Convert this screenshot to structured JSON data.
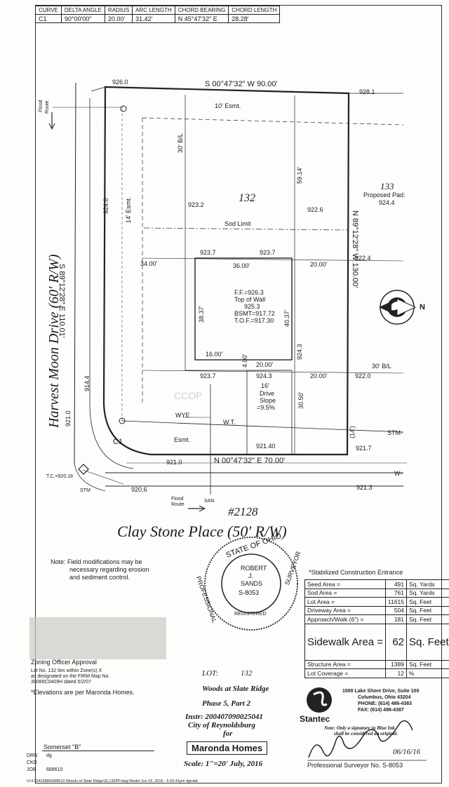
{
  "curve_table": {
    "headers": [
      "CURVE",
      "DELTA ANGLE",
      "RADIUS",
      "ARC LENGTH",
      "CHORD BEARING",
      "CHORD LENGTH"
    ],
    "row": [
      "C1",
      "90°00'00\"",
      "20.00'",
      "31.42'",
      "N 45°47'32\" E",
      "28.28'"
    ]
  },
  "plot": {
    "top_bearing": "S 00°47'32\" W  90.00'",
    "bottom_bearing": "N 00°47'32\" E  70.00'",
    "left_bearing": "S 89°12'28\" E  110.01'",
    "right_bearing": "N 89°12'28\" W  130.00'",
    "street_left": "Harvest Moon Drive (60' R/W)",
    "street_bottom": "Clay Stone Place (50' R/W)",
    "house_number": "#2128",
    "lot_number": "132",
    "adjacent_lot": "133",
    "adjacent_pad_label": "Proposed Pad:",
    "adjacent_pad_value": "924.4",
    "elevations": [
      "926.0",
      "928.1",
      "924.0",
      "923.2",
      "922.6",
      "923.7",
      "923.7",
      "922.4",
      "923.7",
      "924.3",
      "922.0",
      "924.3",
      "914.4",
      "921.0",
      "921.0",
      "921.40",
      "921.7",
      "920.6",
      "921.3"
    ],
    "dims": {
      "esmt10": "10' Esmt.",
      "bl30_top": "30' B/L",
      "esmt14": "14' Esmt.",
      "sod_limit": "Sod Limit",
      "d5914": "59.14'",
      "d3400": "34.00'",
      "d3600": "36.00'",
      "d2000a": "20.00'",
      "d3837": "38.37'",
      "d4037": "40.37'",
      "d1600": "16.00'",
      "d400": "4.00'",
      "d2000b": "20.00'",
      "d2000c": "20.00'",
      "bl30_right": "30' B/L",
      "d3050": "30.50'",
      "drive": "16'",
      "drive2": "Drive",
      "drive3": "Slope",
      "drive4": "=9.5%",
      "d14": "(14')",
      "wye": "WYE",
      "wt": "W.T.",
      "stm": "STM-",
      "w": "W-",
      "esmt": "Esmt.",
      "c1": "C1",
      "tc": "T.C.=920.18",
      "stm2": "STM",
      "san": "SAN",
      "flood1": "Flood",
      "flood2": "Route",
      "flood3": "Flood",
      "flood4": "Route"
    },
    "house": {
      "ff": "F.F.=926.3",
      "tow1": "Top of Wall",
      "tow2": "925.3",
      "bsmt": "BSMT=917.72",
      "tof": "T.O.F.=917.30"
    },
    "compass_label": "N"
  },
  "notes": {
    "field_mod": [
      "Note: Field modifications may be",
      "necessary regarding erosion",
      "and sediment control."
    ],
    "zoning_title": "Zoning Officer Approval",
    "zoning_line1": "Lot No.  132   lies within Zone(s) X",
    "zoning_line2": "as designated on the FIRM Map No.",
    "zoning_line3": "39089C0409H   dated 5/2/07",
    "elevations_note": "*Elevations are per Maronda Homes."
  },
  "seal": {
    "outer_top": "STATE OF OHIO",
    "outer_left": "PROFESSIONAL",
    "outer_right": "SURVEYOR",
    "name1": "ROBERT",
    "name2": "J.",
    "name3": "SANDS",
    "number": "S-8053",
    "registered": "REGISTERED"
  },
  "stats": {
    "title": "*Stabilized Construction Entrance",
    "rows": [
      [
        "Seed Area =",
        "491",
        "Sq. Yards"
      ],
      [
        "Sod Area =",
        "761",
        "Sq. Yards"
      ],
      [
        "Lot Area =",
        "11615",
        "Sq. Feet"
      ],
      [
        "Driveway Area =",
        "504",
        "Sq. Feet"
      ],
      [
        "Approach/Walk (6\") =",
        "181",
        "Sq. Feet"
      ],
      [
        "Sidewalk Area =",
        "62",
        "Sq. Feet"
      ],
      [
        "Structure Area =",
        "1389",
        "Sq. Feet"
      ],
      [
        "Lot Coverage =",
        "12",
        "%"
      ]
    ]
  },
  "title_block": {
    "lot_label": "LOT:",
    "lot_value": "132",
    "subdivision": "Woods at Slate Ridge",
    "phase": "Phase 5, Part 2",
    "instr": "Instr: 200407090025041",
    "city": "City of Reynoldsburg",
    "for": "for",
    "client": "Maronda Homes",
    "scale": "Scale: 1\"=20'   July, 2016",
    "somerset": "Somerset \"B\"",
    "drn_label": "DRN",
    "drn_value": "dg",
    "chk_label": "CKD",
    "job_label": "JOB",
    "job_value": "688610"
  },
  "firm": {
    "name": "Stantec",
    "addr1": "1500 Lake Shore Drive, Suite 100",
    "addr2": "Columbus, Ohio 43204",
    "phone": "PHONE: (614) 486-4383",
    "fax": "FAX: (614) 486-4387",
    "sig_note1": "Note: Only a signature in Blue Ink",
    "sig_note2": "shall be considered an original.",
    "sig_date": "06/16/16",
    "surveyor_line": "Professional Surveyor No. S-8053"
  },
  "footer": "U:\\173416886\\688610 Woods at Slate Ridge\\SL133PP.dwg   Model   Jun 16, 2016 - 5:20:41pm   dgrubb",
  "watermark": "CCOP"
}
